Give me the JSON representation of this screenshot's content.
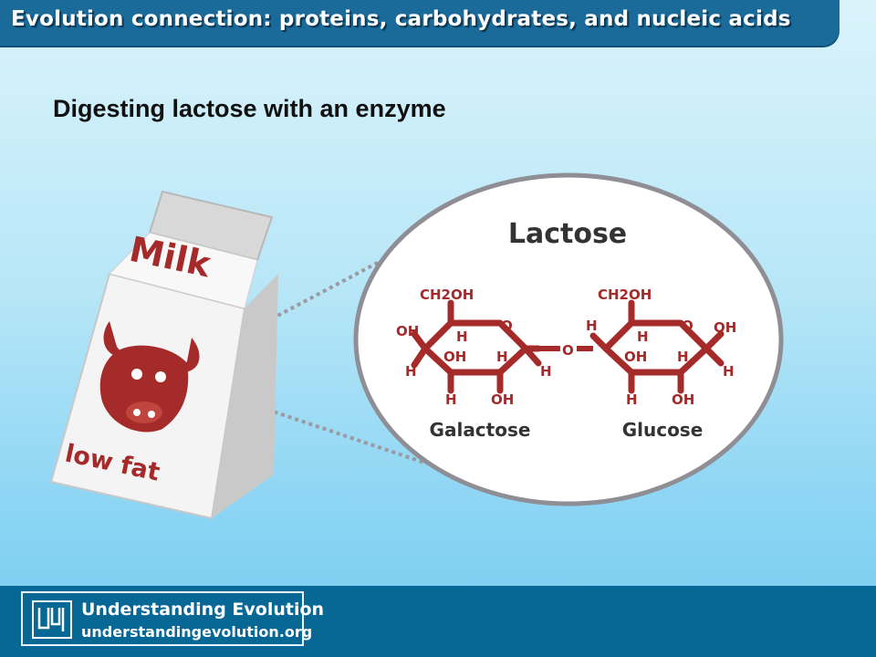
{
  "header": {
    "title": "Evolution connection: proteins, carbohydrates, and nucleic acids"
  },
  "slide": {
    "subtitle": "Digesting lactose with an enzyme"
  },
  "carton": {
    "brand": "Milk",
    "tagline": "low fat"
  },
  "molecule": {
    "name": "Lactose",
    "left_sugar": "Galactose",
    "right_sugar": "Glucose",
    "atoms": {
      "ch2oh": "CH2OH",
      "oh": "OH",
      "h": "H",
      "o": "O"
    }
  },
  "footer": {
    "name": "Understanding Evolution",
    "url": "understandingevolution.org"
  },
  "colors": {
    "accent": "#1a6a9a",
    "footer": "#076896",
    "molecule": "#a52a2a"
  }
}
